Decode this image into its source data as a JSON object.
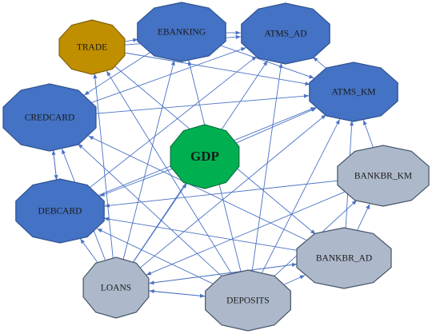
{
  "diagram": {
    "colors": {
      "edge": "#4a72c4",
      "dark_blue_fill": "#4472c4",
      "dark_blue_stroke": "#2f528f",
      "light_fill": "#adb9ca",
      "light_stroke": "#44546a",
      "gold_fill": "#bf8f00",
      "gold_stroke": "#7f6000",
      "green_fill": "#00b050",
      "green_stroke": "#00703c"
    },
    "nodes": [
      {
        "id": "ebanking",
        "label": "EBANKING",
        "style": "dark-blue"
      },
      {
        "id": "atms_ad",
        "label": "ATMS_AD",
        "style": "dark-blue"
      },
      {
        "id": "trade",
        "label": "TRADE",
        "style": "gold"
      },
      {
        "id": "atms_km",
        "label": "ATMS_KM",
        "style": "dark-blue"
      },
      {
        "id": "credcard",
        "label": "CREDCARD",
        "style": "dark-blue"
      },
      {
        "id": "gdp",
        "label": "GDP",
        "style": "green"
      },
      {
        "id": "bankbr_km",
        "label": "BANKBR_KM",
        "style": "light"
      },
      {
        "id": "debcard",
        "label": "DEBCARD",
        "style": "dark-blue"
      },
      {
        "id": "bankbr_ad",
        "label": "BANKBR_AD",
        "style": "light"
      },
      {
        "id": "loans",
        "label": "LOANS",
        "style": "light"
      },
      {
        "id": "deposits",
        "label": "DEPOSITS",
        "style": "light"
      }
    ],
    "edges": [
      [
        "ebanking",
        "atms_ad"
      ],
      [
        "ebanking",
        "atms_km"
      ],
      [
        "ebanking",
        "credcard"
      ],
      [
        "trade",
        "ebanking"
      ],
      [
        "trade",
        "atms_ad"
      ],
      [
        "trade",
        "atms_km"
      ],
      [
        "trade",
        "bankbr_ad"
      ],
      [
        "credcard",
        "atms_ad"
      ],
      [
        "credcard",
        "atms_km"
      ],
      [
        "debcard",
        "atms_ad"
      ],
      [
        "debcard",
        "atms_km"
      ],
      [
        "debcard",
        "credcard"
      ],
      [
        "gdp",
        "debcard"
      ],
      [
        "gdp",
        "atms_km"
      ],
      [
        "bankbr_km",
        "atms_km"
      ],
      [
        "bankbr_km",
        "debcard"
      ],
      [
        "bankbr_km",
        "loans"
      ],
      [
        "bankbr_ad",
        "bankbr_km"
      ],
      [
        "bankbr_ad",
        "debcard"
      ],
      [
        "bankbr_ad",
        "credcard"
      ],
      [
        "bankbr_ad",
        "loans"
      ],
      [
        "bankbr_ad",
        "atms_km"
      ],
      [
        "loans",
        "debcard"
      ],
      [
        "loans",
        "credcard"
      ],
      [
        "loans",
        "trade"
      ],
      [
        "loans",
        "ebanking"
      ],
      [
        "loans",
        "atms_ad"
      ],
      [
        "loans",
        "atms_km"
      ],
      [
        "loans",
        "gdp"
      ],
      [
        "loans",
        "deposits"
      ],
      [
        "loans",
        "bankbr_ad"
      ],
      [
        "deposits",
        "loans"
      ],
      [
        "deposits",
        "debcard"
      ],
      [
        "deposits",
        "credcard"
      ],
      [
        "deposits",
        "trade"
      ],
      [
        "deposits",
        "ebanking"
      ],
      [
        "deposits",
        "atms_ad"
      ],
      [
        "deposits",
        "atms_km"
      ],
      [
        "deposits",
        "bankbr_km"
      ],
      [
        "deposits",
        "bankbr_ad"
      ],
      [
        "atms_km",
        "atms_ad"
      ],
      [
        "credcard",
        "debcard"
      ]
    ]
  }
}
